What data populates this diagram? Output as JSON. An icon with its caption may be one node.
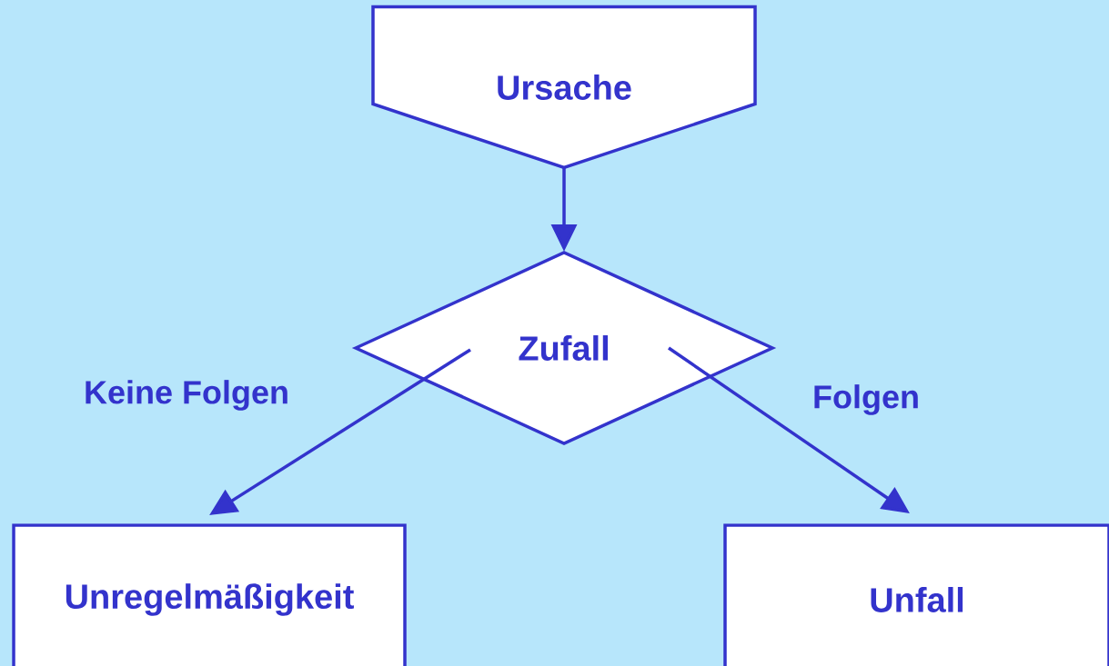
{
  "diagram": {
    "nodes": [
      {
        "text": [
          "Ursache"
        ]
      },
      {
        "text": [
          "Zufall"
        ]
      },
      {
        "text": [
          "Unregelmäßigkeit"
        ]
      },
      {
        "text": [
          "Unfall"
        ]
      }
    ],
    "edges": [
      {
        "from": 0,
        "to": 1,
        "arrow": "to"
      },
      {
        "from": 1,
        "to": 2,
        "arrow": "to",
        "label": "Keine Folgen"
      },
      {
        "from": 1,
        "to": 3,
        "arrow": "to",
        "label": "Folgen"
      }
    ]
  }
}
